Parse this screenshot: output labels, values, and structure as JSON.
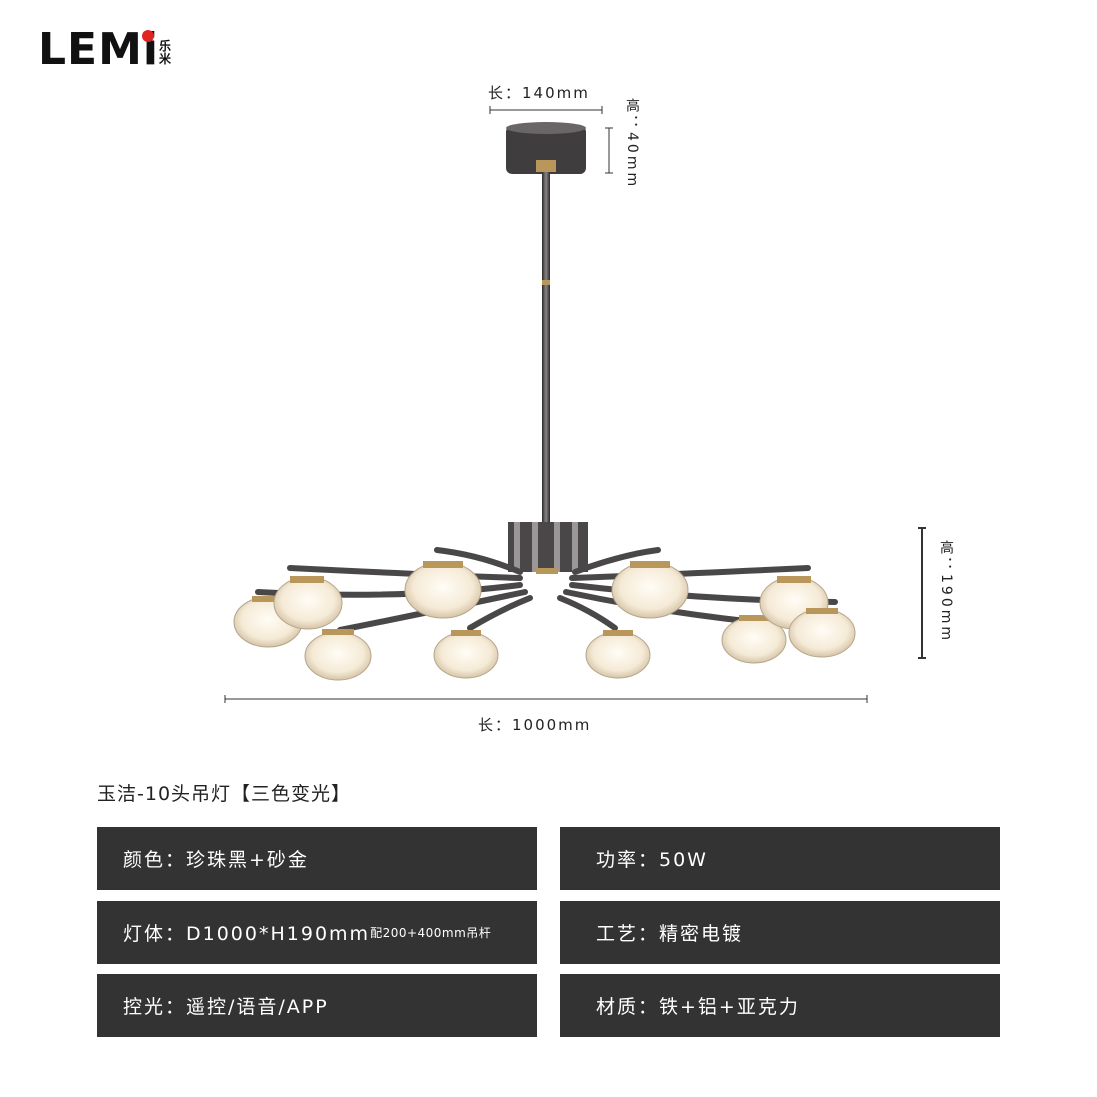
{
  "brand": {
    "wordmark": "LEMi",
    "cn_name": "乐米",
    "accent_color": "#e02323"
  },
  "dimensions": {
    "canopy_length": "长：140mm",
    "canopy_height": "高：40mm",
    "lamp_height": "高：190mm",
    "lamp_length": "长：1000mm"
  },
  "product": {
    "title": "玉洁-10头吊灯【三色变光】"
  },
  "specs": {
    "color": "颜色：珍珠黑+砂金",
    "power": "功率：50W",
    "body": "灯体：D1000*H190mm",
    "body_note": "配200+400mm吊杆",
    "craft": "工艺：精密电镀",
    "control": "控光：遥控/语音/APP",
    "material": "材质：铁+铝+亚克力"
  },
  "colors": {
    "panel": "#333333",
    "metal": "#3d3b3c",
    "brass": "#b9975b",
    "glow": "#fdf7ea"
  }
}
